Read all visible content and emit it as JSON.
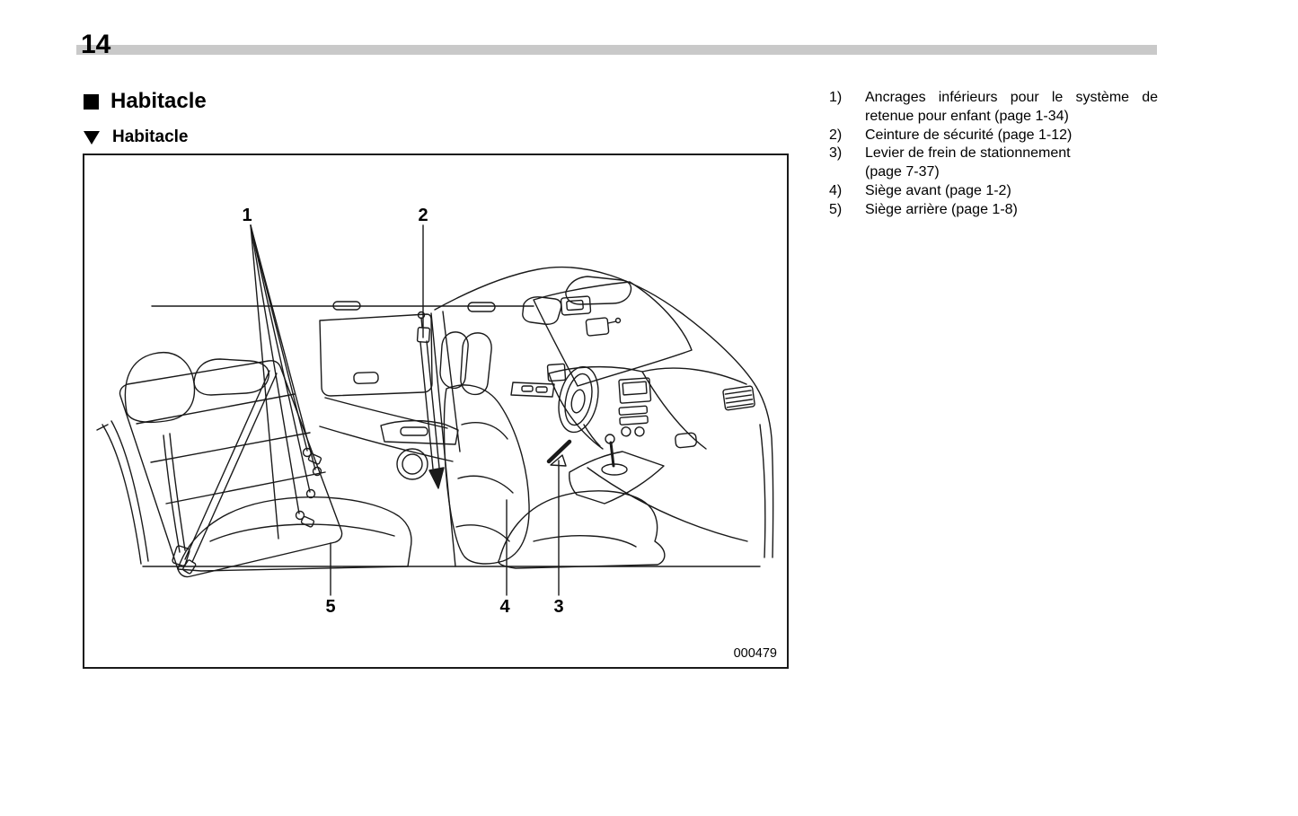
{
  "page": {
    "number": "14"
  },
  "headings": {
    "section": "Habitacle",
    "subsection": "Habitacle"
  },
  "figure": {
    "code": "000479",
    "callouts": [
      "1",
      "2",
      "3",
      "4",
      "5"
    ],
    "description": "Vue de l'habitacle (dessin au trait)"
  },
  "legend": {
    "items": [
      {
        "num": "1)",
        "lines": [
          "Ancrages inférieurs pour le système de",
          "retenue pour enfant (page 1-34)"
        ]
      },
      {
        "num": "2)",
        "lines": [
          "Ceinture de sécurité (page 1-12)"
        ]
      },
      {
        "num": "3)",
        "lines": [
          "Levier de frein de stationnement",
          "(page 7-37)"
        ]
      },
      {
        "num": "4)",
        "lines": [
          "Siège avant (page 1-2)"
        ]
      },
      {
        "num": "5)",
        "lines": [
          "Siège arrière (page 1-8)"
        ]
      }
    ]
  },
  "colors": {
    "header_rule": "#c9c9c9",
    "ink": "#1a1a1a"
  }
}
